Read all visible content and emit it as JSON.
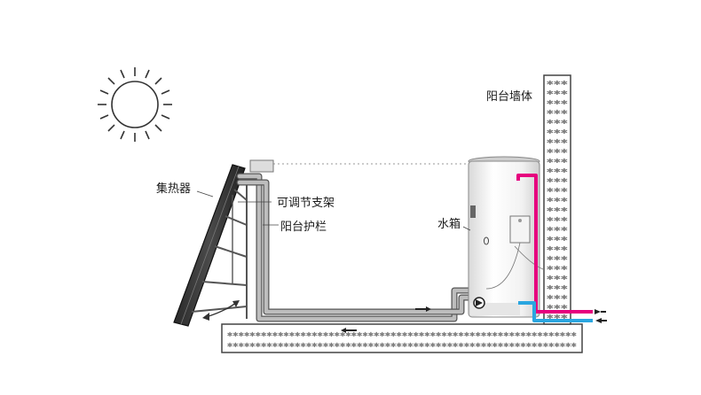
{
  "labels": {
    "collector": "集热器",
    "adjustable_bracket": "可调节支架",
    "balcony_railing": "阳台护栏",
    "water_tank": "水箱",
    "balcony_wall": "阳台墙体"
  },
  "colors": {
    "hot_pipe": "#e6007e",
    "cold_pipe": "#2aa6e0",
    "circulation_pipe": "#8c8c8c",
    "structure": "#333333"
  },
  "icons": {
    "sun": "sun-icon",
    "pump": "pump-icon",
    "flow_arrow": "flow-arrow-icon",
    "rotate_arrow": "rotate-arrow-icon"
  }
}
